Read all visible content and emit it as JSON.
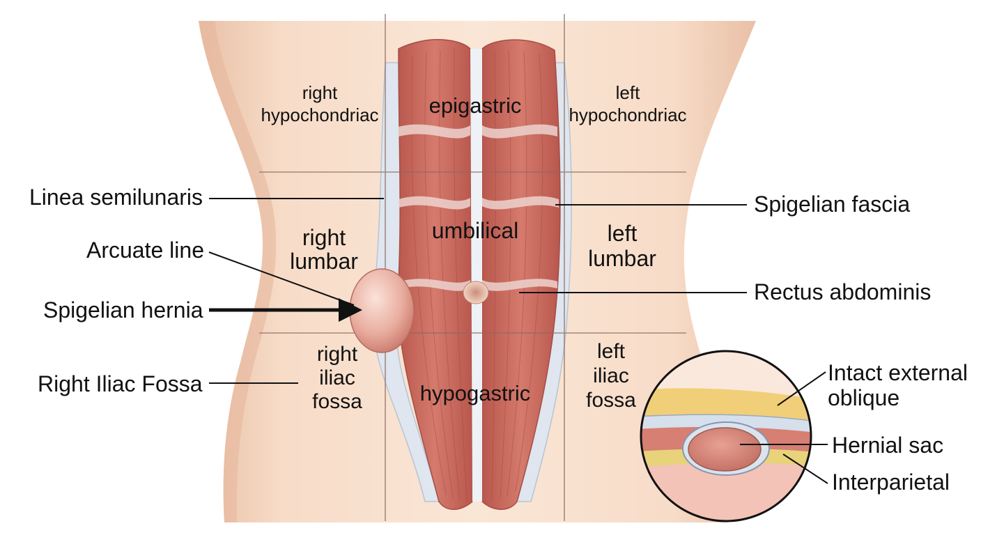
{
  "regions": {
    "right_hypochondriac": [
      "right",
      "hypochondriac"
    ],
    "epigastric": "epigastric",
    "left_hypochondriac": [
      "left",
      "hypochondriac"
    ],
    "right_lumbar": [
      "right",
      "lumbar"
    ],
    "umbilical": "umbilical",
    "left_lumbar": [
      "left",
      "lumbar"
    ],
    "right_iliac": [
      "right",
      "iliac",
      "fossa"
    ],
    "hypogastric": "hypogastric",
    "left_iliac": [
      "left",
      "iliac",
      "fossa"
    ]
  },
  "callouts": {
    "linea_semilunaris": "Linea semilunaris",
    "arcuate_line": "Arcuate line",
    "spigelian_hernia": "Spigelian hernia",
    "right_iliac_fossa": "Right Iliac Fossa",
    "spigelian_fascia": "Spigelian fascia",
    "rectus_abdominis": "Rectus abdominis"
  },
  "inset": {
    "external_oblique": [
      "Intact external",
      "oblique"
    ],
    "hernial_sac": "Hernial sac",
    "interparietal": "Interparietal"
  },
  "colors": {
    "skin": "#f6dcc8",
    "muscle": "#c8675c",
    "fascia": "#dde4ee",
    "fat": "#f2d37e",
    "grid": "#8a6a60"
  }
}
